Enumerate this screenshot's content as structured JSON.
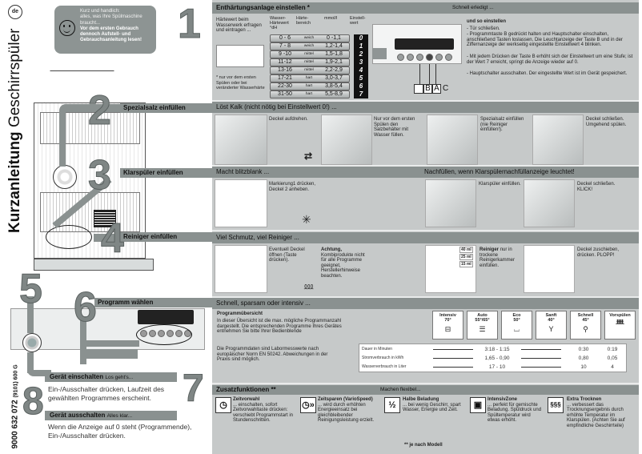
{
  "document": {
    "language_badge": "de",
    "title_bold": "Kurzanleitung",
    "title_regular": "Geschirrspüler",
    "part_number": "9000 632 072",
    "part_number_suffix": "(9101) 600 G"
  },
  "intro": {
    "icon": "smiley-icon",
    "line1": "Kurz und handlich:",
    "line2": "alles, was Ihre Spülmaschine braucht...",
    "warning": "Vor dem ersten Gebrauch dennoch Aufstell- und Gebrauchsanleitung lesen!"
  },
  "steps": {
    "numbers": [
      "1",
      "2",
      "3",
      "4",
      "5",
      "6",
      "7",
      "8"
    ],
    "step2_label": "Spezialsalz einfüllen",
    "step3_label": "Klarspüler einfüllen",
    "step4_label": "Reiniger einfüllen",
    "step6_label": "Programm wählen",
    "step5": {
      "label": "Gerät einschalten",
      "tagline": "Los geht's...",
      "text": "Ein-/Ausschalter drücken, Laufzeit des gewählten Programmes erscheint."
    },
    "step8": {
      "label": "Gerät ausschalten",
      "tagline": "Alles klar...",
      "text": "Wenn die Anzeige auf 0 steht (Programmende), Ein-/Ausschalter drücken."
    }
  },
  "section1": {
    "header": "Enthärtungsanlage einstellen *",
    "header_right": "Schnell erledigt ...",
    "intro": "Härtewert beim Wasserwerk erfragen und eintragen ...",
    "footnote": "* nur vor dem ersten Spülen oder bei veränderter Wasserhärte",
    "table_headers": [
      "Wasser-Härtewert °dH",
      "Härte-bereich",
      "mmol/l",
      "Einstell-wert"
    ],
    "rows": [
      {
        "dh": "0 - 6",
        "range": "weich",
        "mmol": "0 -1,1",
        "value": "0"
      },
      {
        "dh": "7 - 8",
        "range": "weich",
        "mmol": "1,2-1,4",
        "value": "1"
      },
      {
        "dh": "9 -10",
        "range": "mittel",
        "mmol": "1,5-1,8",
        "value": "2"
      },
      {
        "dh": "11-12",
        "range": "mittel",
        "mmol": "1,9-2,1",
        "value": "3"
      },
      {
        "dh": "13-16",
        "range": "mittel",
        "mmol": "2,2-2,9",
        "value": "4"
      },
      {
        "dh": "17-21",
        "range": "hart",
        "mmol": "3,0-3,7",
        "value": "5"
      },
      {
        "dh": "22-30",
        "range": "hart",
        "mmol": "3,8-5,4",
        "value": "6"
      },
      {
        "dh": "31-50",
        "range": "hart",
        "mmol": "5,5-8,9",
        "value": "7"
      }
    ],
    "panel_labels": [
      "",
      "B",
      "A",
      "C"
    ],
    "instructions_title": "und so einstellen",
    "instructions": [
      "- Tür schließen.",
      "- Programmtaste B gedrückt halten und Hauptschalter einschalten, anschließend Tasten loslassen. Die Leuchtanzeige der Taste B und in der Ziffernanzeige der werkseitig eingestellte Einstellwert 4 blinken.",
      "- Mit jedem Drücken der Taste B erhöht sich der Einstellwert um eine Stufe; ist der Wert 7 erreicht, springt die Anzeige wieder auf 0.",
      "- Hauptschalter ausschalten. Der eingestellte Wert ist im Gerät gespeichert."
    ]
  },
  "section2": {
    "header": "Löst Kalk (nicht nötig bei Einstellwert 0!) ...",
    "captions": [
      "Deckel aufdrehen.",
      "Nur vor dem ersten Spülen den Salzbehälter mit Wasser füllen.",
      "Spezialsalz einfüllen (nie Reiniger einfüllen!).",
      "Deckel schließen. Umgehend spülen."
    ],
    "caption3_bold": "Spezialsalz"
  },
  "section3": {
    "header_left": "Macht blitzblank ...",
    "header_right": "Nachfüllen, wenn Klarspülernachfüllanzeige leuchtet!",
    "captions": [
      "Markierung1 drücken, Deckel 2 anheben.",
      "Klarspüler einfüllen.",
      "Deckel schließen. KLICK!"
    ],
    "caption2_bold": "Klarspüler"
  },
  "section4": {
    "header": "Viel Schmutz, viel Reiniger ...",
    "captions": [
      "Eventuell Deckel öffnen (Taste drücken).",
      "Kombiprodukte nicht für alle Programme geeignet, Herstellerhinweise beachten.",
      "nur in trockene Reinigerkammer einfüllen.",
      "Deckel zuschieben, drücken. PLOPP!"
    ],
    "caption2_bold": "Achtung,",
    "caption3_bold": "Reiniger",
    "dose_labels": [
      "40 ml",
      "25 ml",
      "15 ml"
    ]
  },
  "section6": {
    "header": "Schnell, sparsam oder intensiv ...",
    "overview_title": "Programmübersicht",
    "overview_text": "In dieser Übersicht ist die max. mögliche Programmanzahl dargestellt. Die entsprechenden Programme Ihres Gerätes entnehmen Sie bitte Ihrer Bedienblende",
    "lab_text": "Die Programmdaten sind Labormesswerte nach europäischer Norm EN 50242. Abweichungen in der Praxis sind möglich.",
    "programs": [
      {
        "name": "Intensiv",
        "temp": "70°",
        "icon": "pot-icon"
      },
      {
        "name": "Auto",
        "temp": "55°/65°",
        "icon": "pot-stack-icon"
      },
      {
        "name": "Eco",
        "temp": "50°",
        "icon": "cup-plate-icon"
      },
      {
        "name": "Sanft",
        "temp": "40°",
        "icon": "wine-glass-icon"
      },
      {
        "name": "Schnell",
        "temp": "45°",
        "icon": "glass-plate-plus-icon"
      },
      {
        "name": "Vorspülen",
        "temp": "",
        "icon": "rinse-hand-icon"
      }
    ],
    "table_rows": [
      {
        "label": "Dauer in Minuten",
        "range": "3:18 - 1:15",
        "schnell": "0:30",
        "vorspuelen": "0:19"
      },
      {
        "label": "Stromverbrauch in kWh",
        "range": "1,65 - 0,90",
        "schnell": "0,80",
        "vorspuelen": "0,05"
      },
      {
        "label": "Wasserverbrauch in Liter",
        "range": "17 - 10",
        "schnell": "10",
        "vorspuelen": "4"
      }
    ]
  },
  "section7": {
    "header": "Zusatzfunktionen **",
    "header_right": "Machen flexibel...",
    "footnote": "** je nach  Modell",
    "functions": [
      {
        "title": "Zeitvorwahl",
        "text": "... einschalten, sofort Zeitvorwahltaste drücken: verschiebt Programmstart in Stundenschritten.",
        "icon": "clock-h-icon",
        "glyph": "◷"
      },
      {
        "title": "Zeitsparen (VarioSpeed)",
        "text": "... wird durch erhöhten Energieeinsatz bei gleichbleibender Reinigungsleistung erzielt.",
        "icon": "clock-speed-icon",
        "glyph": "◷»"
      },
      {
        "title": "Halbe Beladung",
        "text": "... bei wenig Geschirr, spart Wasser, Energie und Zeit.",
        "icon": "half-load-icon",
        "glyph": "½"
      },
      {
        "title": "IntensivZone",
        "text": "... perfekt für gemischte Beladung. Spüldruck und Spültemperatur wird etwas erhöht.",
        "icon": "intensive-zone-icon",
        "glyph": "▣"
      },
      {
        "title": "Extra Trocknen",
        "text": "... verbessert das Trocknungsergebnis durch erhöhte Temperatur im Klarspülen. (Achten Sie auf empfindliche Geschirrteile)",
        "icon": "extra-dry-icon",
        "glyph": "§§§"
      }
    ]
  },
  "colors": {
    "band": "#8a9190",
    "panel": "#c6c9c9",
    "numeral": "#7f8685"
  }
}
